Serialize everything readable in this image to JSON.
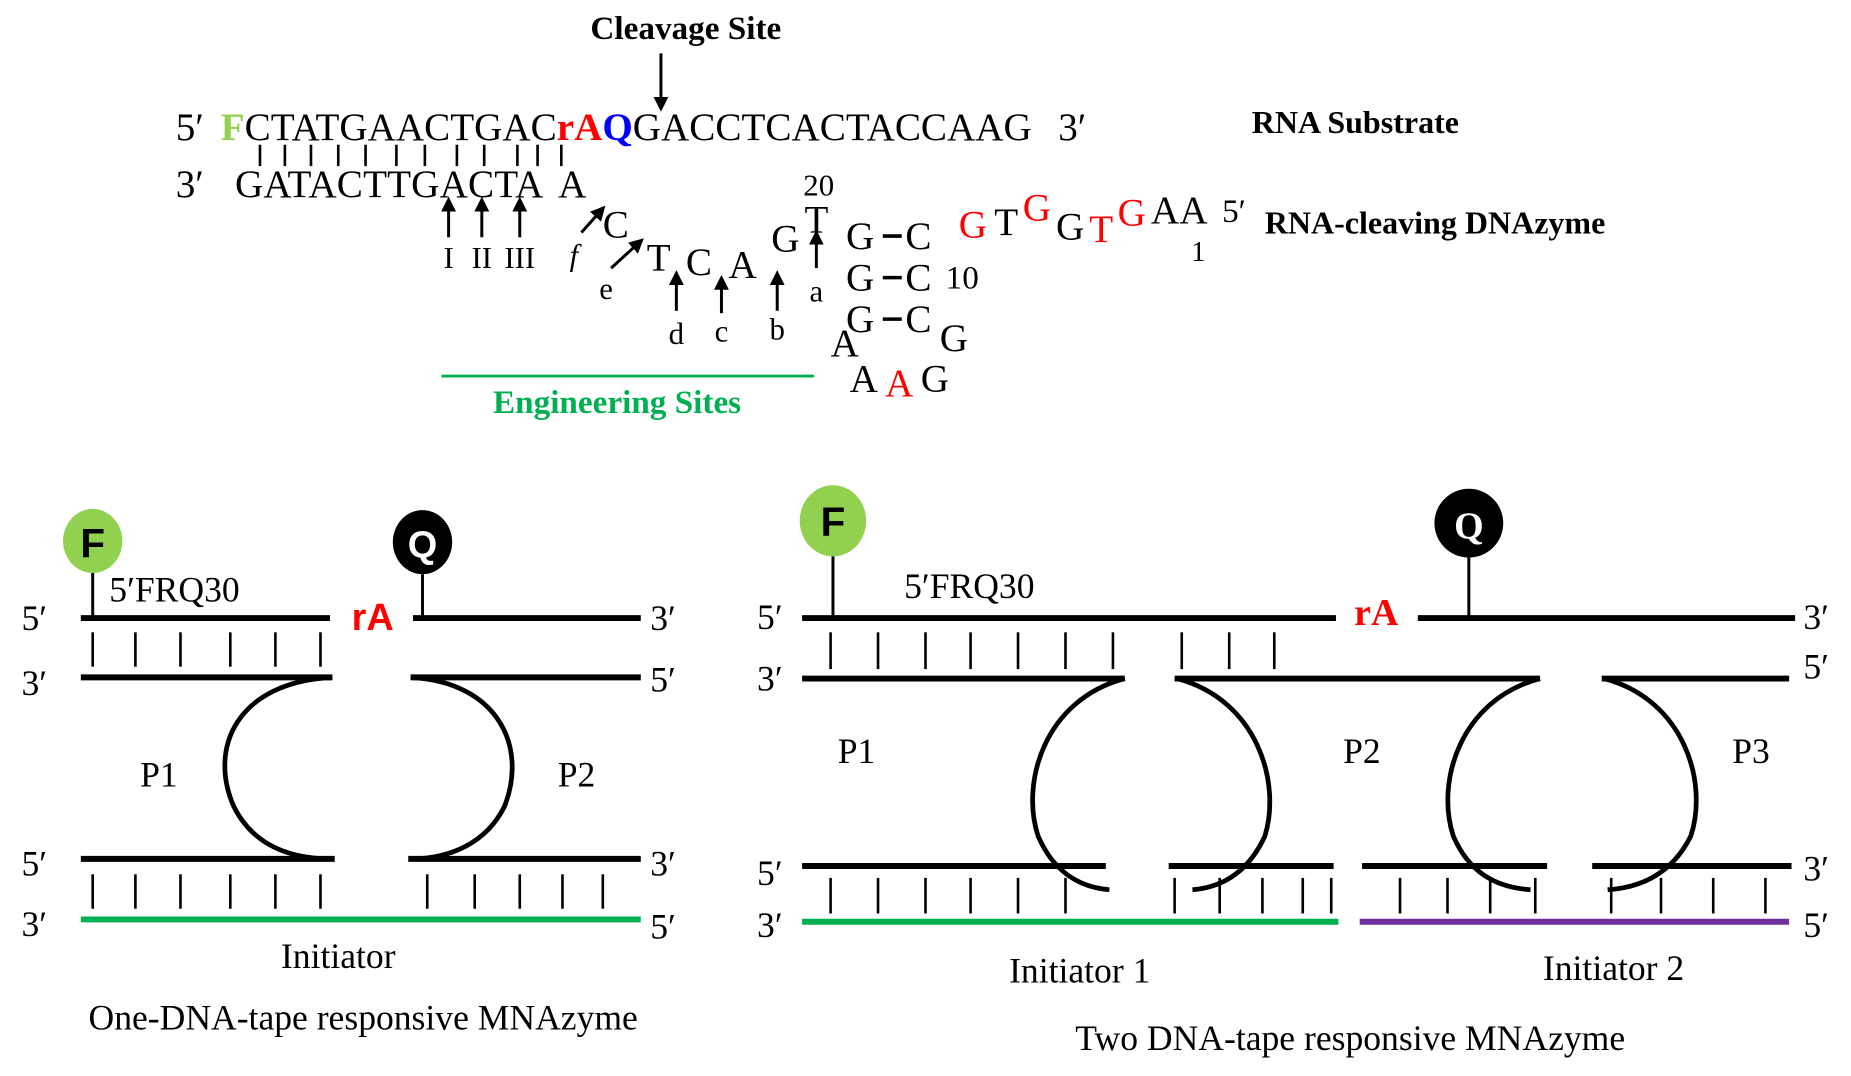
{
  "colors": {
    "fluorophore": "#92d050",
    "ribo": "#ff0000",
    "quencher_letter": "#0000ff",
    "engineering": "#00b050",
    "initiator1": "#00b050",
    "initiator2": "#7030a0",
    "catalytic_red": "#ff0000"
  },
  "top": {
    "cleavage_label": "Cleavage Site",
    "substrate": {
      "five_prime": "5′",
      "F": "F",
      "seq_left": "CTATGAACTGAC",
      "rA": "rA",
      "Q": "Q",
      "seq_right": "GACCTCACTACCAAG",
      "three_prime": "3′",
      "name": "RNA Substrate"
    },
    "dnazyme": {
      "three_prime": "3′",
      "arm_left": "GATACTTGACTA",
      "name": "RNA-cleaving DNAzyme",
      "five_prime": "5′",
      "loop_letters": [
        "C",
        "T",
        "C",
        "A",
        "G",
        "T"
      ],
      "stem_left": [
        "G",
        "G",
        "G"
      ],
      "stem_right": [
        "C",
        "C",
        "C"
      ],
      "hairpin_loop": [
        "A",
        "A",
        "A",
        "G",
        "G"
      ],
      "arm_right": [
        {
          "l": "G",
          "red": true
        },
        {
          "l": "T",
          "red": false
        },
        {
          "l": "G",
          "red": true
        },
        {
          "l": "G",
          "red": false
        },
        {
          "l": "T",
          "red": true
        },
        {
          "l": "G",
          "red": true
        },
        {
          "l": "A",
          "red": false
        },
        {
          "l": "A",
          "red": false
        }
      ],
      "num_20": "20",
      "num_10": "10",
      "num_1": "1"
    },
    "site_labels_roman": [
      "I",
      "II",
      "III"
    ],
    "site_labels_letter": [
      "f",
      "e",
      "d",
      "c",
      "b",
      "a"
    ],
    "engineering_label": "Engineering Sites"
  },
  "left_panel": {
    "F": "F",
    "Q": "Q",
    "probe_label": "5′FRQ30",
    "rA": "rA",
    "ends": {
      "top5": "5′",
      "top3": "3′",
      "mid3": "3′",
      "mid5": "5′",
      "bot5": "5′",
      "bot3": "3′",
      "init3": "3′",
      "init5": "5′"
    },
    "P1": "P1",
    "P2": "P2",
    "initiator": "Initiator",
    "caption": "One-DNA-tape responsive MNAzyme"
  },
  "right_panel": {
    "F": "F",
    "Q": "Q",
    "probe_label": "5′FRQ30",
    "rA": "rA",
    "ends": {
      "top5": "5′",
      "top3": "3′",
      "mid3": "3′",
      "mid5": "5′",
      "bot5": "5′",
      "bot3": "3′",
      "init3": "3′",
      "init5": "5′"
    },
    "P1": "P1",
    "P2": "P2",
    "P3": "P3",
    "initiator1": "Initiator 1",
    "initiator2": "Initiator 2",
    "caption": "Two DNA-tape responsive MNAzyme"
  }
}
